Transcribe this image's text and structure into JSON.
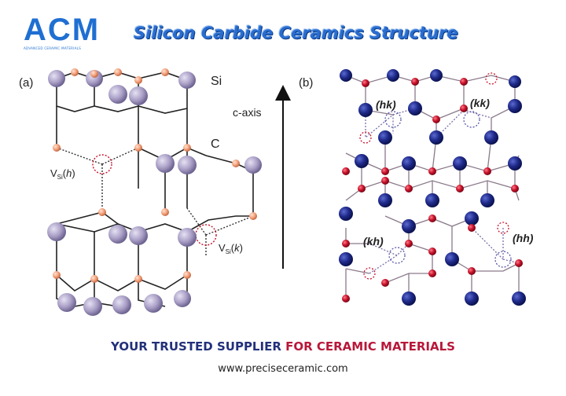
{
  "header": {
    "logo_text": "ACM",
    "logo_subtext": "ADVANCED CERAMIC MATERIALS",
    "title": "Silicon Carbide Ceramics Structure"
  },
  "panel_a": {
    "label": "(a)",
    "si_label": "Si",
    "c_label": "C",
    "axis_label": "c-axis",
    "vacancy_h": {
      "main": "V",
      "sub": "Si",
      "site": "h"
    },
    "vacancy_k": {
      "main": "V",
      "sub": "Si",
      "site": "k"
    }
  },
  "panel_b": {
    "label": "(b)",
    "divacancy_labels": [
      "(hk)",
      "(kk)",
      "(kh)",
      "(hh)"
    ]
  },
  "footer": {
    "tagline_part1": "YOUR TRUSTED SUPPLIER ",
    "tagline_part2": "FOR ",
    "tagline_part3": "CERAMIC MATERIALS",
    "url": "www.preciseceramic.com"
  },
  "colors": {
    "brand_blue": "#1f6fd2",
    "si_atom_a": "#a99fc6",
    "c_atom_a": "#f2a07a",
    "si_atom_b": "#1f2a8a",
    "c_atom_b": "#c8122a",
    "tagline_blue": "#23307a",
    "tagline_red": "#b8183a"
  }
}
